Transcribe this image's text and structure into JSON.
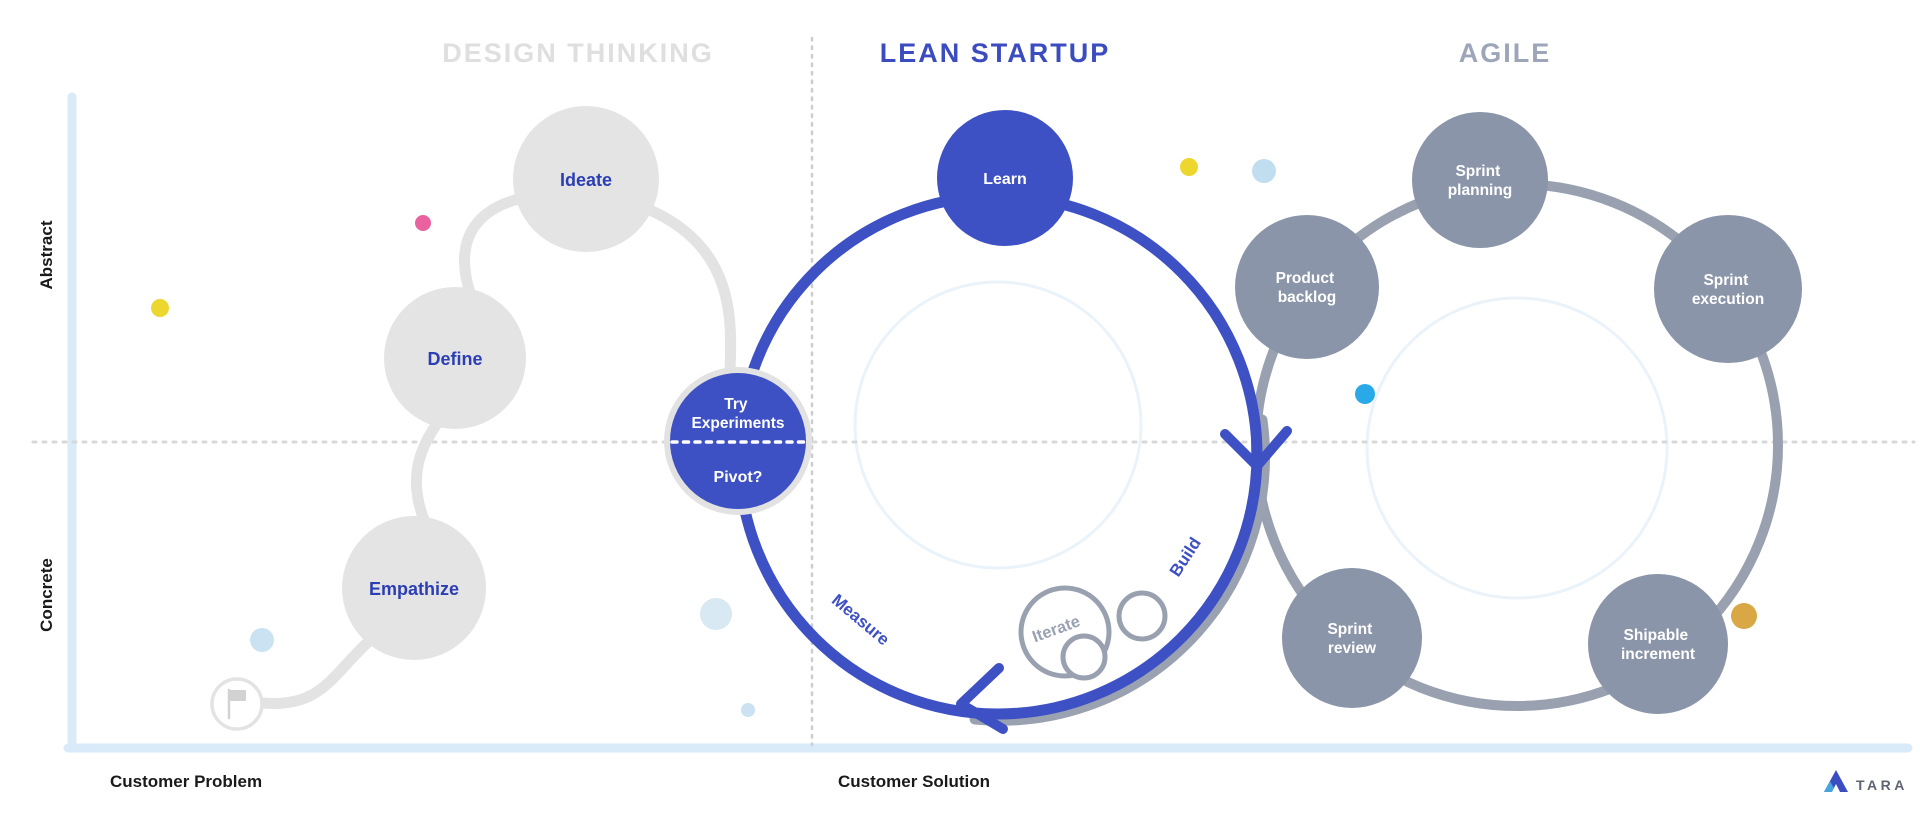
{
  "headers": {
    "design_thinking": "DESIGN THINKING",
    "lean_startup": "LEAN STARTUP",
    "agile": "AGILE"
  },
  "axes": {
    "y_top": "Abstract",
    "y_bottom": "Concrete",
    "x_left": "Customer Problem",
    "x_right": "Customer Solution"
  },
  "design_thinking": {
    "nodes": [
      "Ideate",
      "Define",
      "Empathize"
    ]
  },
  "lean_startup": {
    "learn": "Learn",
    "try_line1": "Try",
    "try_line2": "Experiments",
    "pivot": "Pivot?",
    "build": "Build",
    "measure": "Measure",
    "iterate": "Iterate"
  },
  "agile": {
    "nodes": [
      [
        "Sprint",
        "planning"
      ],
      [
        "Sprint",
        "execution"
      ],
      [
        "Shipable",
        "increment"
      ],
      [
        "Sprint",
        "review"
      ],
      [
        "Product",
        "backlog"
      ]
    ]
  },
  "brand": {
    "name": "TARA"
  },
  "colors": {
    "lean_blue": "#3D50C4",
    "label_blue": "#2B3EB3",
    "header_lean": "#3B4BC0",
    "agile_gray": "#8B95A9",
    "agile_ring": "#99A1B1",
    "header_agile": "#9CA6B8",
    "light_gray": "#E4E4E4",
    "connector_gray": "#E3E3E3",
    "header_design": "#DFDFDF",
    "shadow_gray": "#9AA2B2",
    "axis_blue": "#D9EAF8",
    "faint_circle": "#EAF3FA",
    "dash_gray": "#D8D8D8",
    "divider_gray": "#CDCDCD",
    "dot_pink": "#E9619F",
    "dot_yellow": "#EDD72E",
    "dot_light_blue": "#C1DDF0",
    "dot_cyan": "#2AA9E9",
    "dot_soft_blue": "#D8E9F3",
    "dot_soft_blue_small": "#CBE2F2",
    "dot_gold": "#D9A845",
    "brand_text": "#5E6373",
    "brand_blue": "#3B4EC1",
    "brand_cyan": "#45A6DC",
    "flag_gray": "#D2D2D2"
  }
}
